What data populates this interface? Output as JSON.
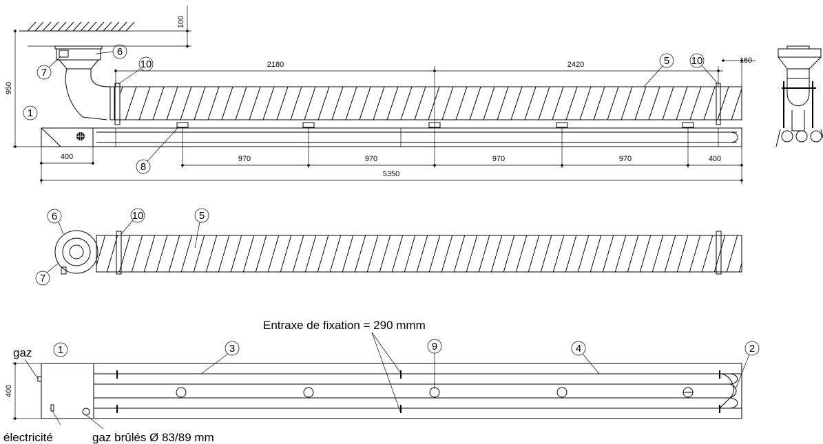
{
  "dimensions": {
    "ceiling_gap": "100",
    "height": "950",
    "seg_left": "2180",
    "seg_right": "2420",
    "end_offset": "160",
    "burner_len": "400",
    "spacing": [
      "970",
      "970",
      "970",
      "970"
    ],
    "end_gap": "400",
    "total": "5350",
    "plan_width": "400"
  },
  "callouts": {
    "c1": "1",
    "c2": "2",
    "c3": "3",
    "c4": "4",
    "c5": "5",
    "c6": "6",
    "c7": "7",
    "c8": "8",
    "c9": "9",
    "c10": "10"
  },
  "labels": {
    "fixation": "Entraxe de fixation = 290 mmm",
    "gaz": "gaz",
    "electricite": "électricité",
    "gaz_brules": "gaz brûlés Ø 83/89 mm"
  }
}
